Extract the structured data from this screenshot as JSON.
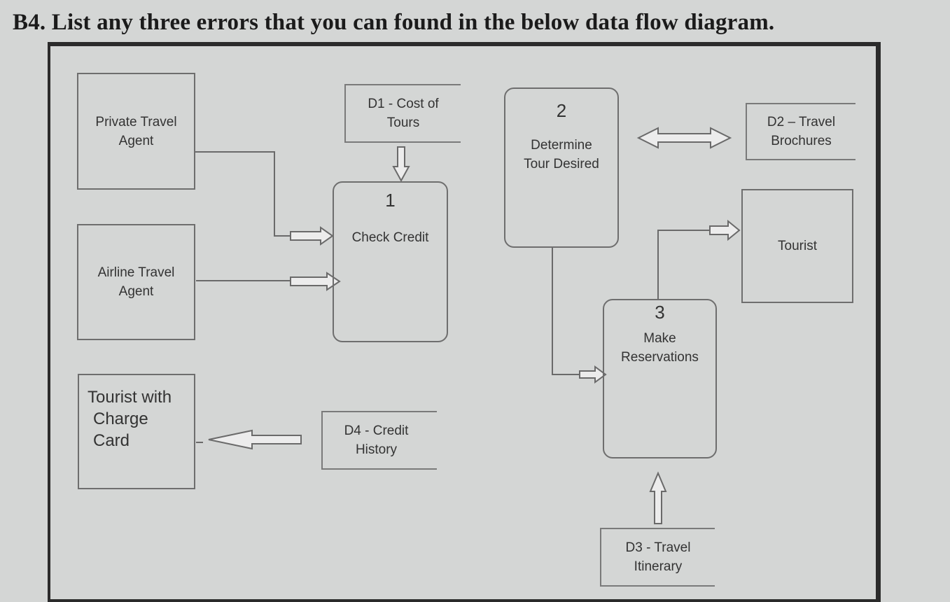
{
  "question": "B4. List any three errors that you can found in the below data flow diagram.",
  "entities": {
    "private_travel_agent": "Private Travel Agent",
    "airline_travel_agent": "Airline Travel Agent",
    "tourist_with_charge_card": [
      "Tourist with",
      "Charge",
      "Card"
    ],
    "tourist": "Tourist"
  },
  "processes": {
    "p1": {
      "id": "1",
      "name": "Check Credit"
    },
    "p2": {
      "id": "2",
      "name": [
        "Determine",
        "Tour Desired"
      ]
    },
    "p3": {
      "id": "3",
      "name": [
        "Make",
        "Reservations"
      ]
    }
  },
  "stores": {
    "d1": [
      "D1 - Cost of",
      "Tours"
    ],
    "d2": [
      "D2 – Travel",
      "Brochures"
    ],
    "d3": [
      "D3 - Travel",
      "Itinerary"
    ],
    "d4": [
      "D4 - Credit",
      "History"
    ]
  },
  "colors": {
    "line": "#6a6a6a",
    "frame": "#2b2b2b",
    "background": "#d4d6d5"
  }
}
